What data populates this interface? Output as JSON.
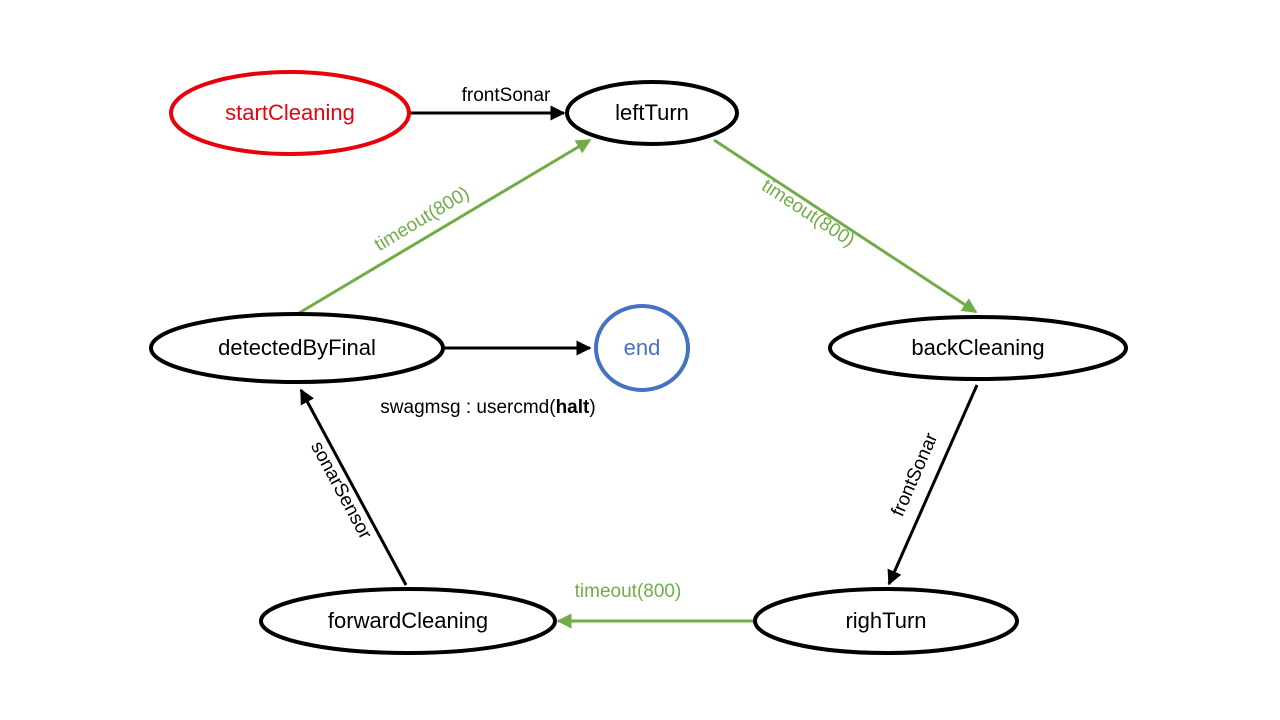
{
  "colors": {
    "default": "#000000",
    "start": "#e8000b",
    "end": "#4472c4",
    "timeout": "#70ad47"
  },
  "nodes": {
    "startCleaning": "startCleaning",
    "leftTurn": "leftTurn",
    "backCleaning": "backCleaning",
    "righTurn": "righTurn",
    "forwardCleaning": "forwardCleaning",
    "detectedByFinal": "detectedByFinal",
    "end": "end"
  },
  "edges": {
    "start_to_left": "frontSonar",
    "left_to_back": "timeout(800)",
    "back_to_right": "frontSonar",
    "right_to_forward": "timeout(800)",
    "forward_to_detected": "sonarSensor",
    "detected_to_left": "timeout(800)",
    "detected_to_end_prefix": "swagmsg : usercmd(",
    "detected_to_end_bold": "halt",
    "detected_to_end_suffix": ")"
  }
}
